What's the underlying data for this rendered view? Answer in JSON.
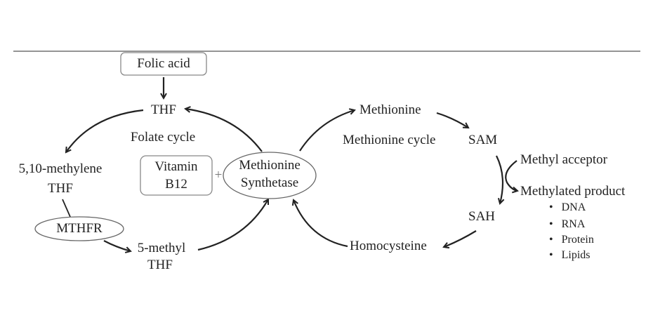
{
  "diagram": {
    "folate": {
      "folic_acid": "Folic acid",
      "thf": "THF",
      "cycle_label": "Folate cycle",
      "methylene_thf_line1": "5,10-methylene",
      "methylene_thf_line2": "THF",
      "mthfr": "MTHFR",
      "methyl_thf_line1": "5-methyl",
      "methyl_thf_line2": "THF",
      "vitamin_line1": "Vitamin",
      "vitamin_line2": "B12",
      "plus": "+",
      "synthetase_line1": "Methionine",
      "synthetase_line2": "Synthetase"
    },
    "methionine": {
      "methionine": "Methionine",
      "cycle_label": "Methionine cycle",
      "sam": "SAM",
      "methyl_acceptor": "Methyl acceptor",
      "methylated_product": "Methylated product",
      "products": [
        "DNA",
        "RNA",
        "Protein",
        "Lipids"
      ],
      "sah": "SAH",
      "homocysteine": "Homocysteine"
    }
  }
}
